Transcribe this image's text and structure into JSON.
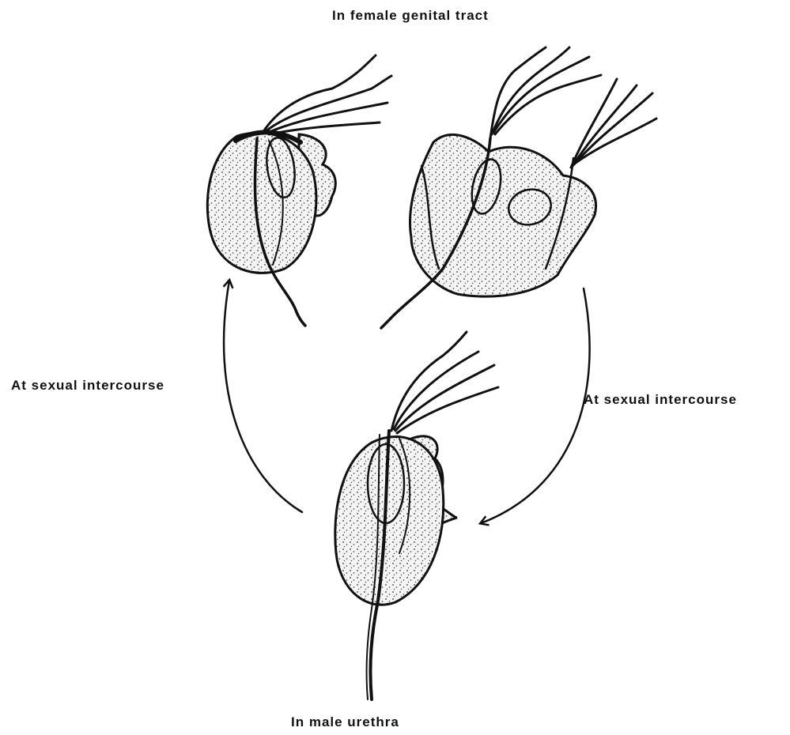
{
  "labels": {
    "top": "In female genital tract",
    "left": "At sexual intercourse",
    "right": "At sexual intercourse",
    "bottom": "In male urethra"
  },
  "colors": {
    "ink": "#111111",
    "paper": "#ffffff"
  }
}
